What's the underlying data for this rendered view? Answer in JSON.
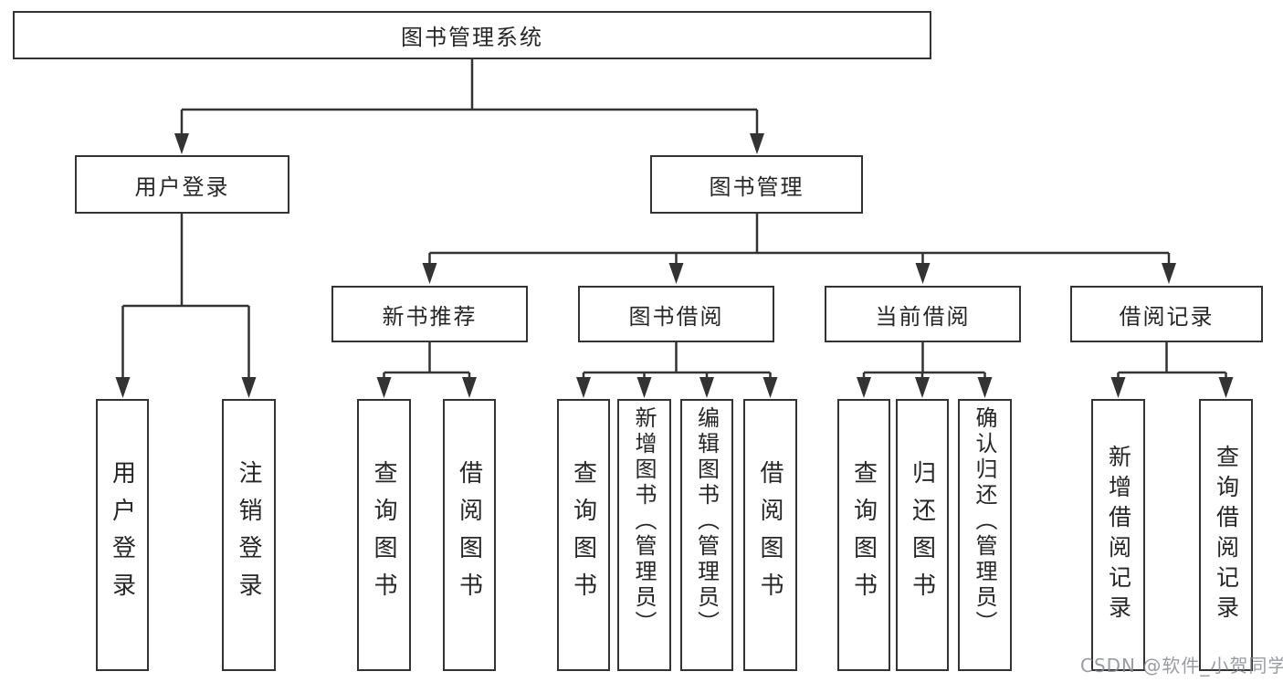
{
  "nodes": {
    "root": "图书管理系统",
    "branches": [
      {
        "label": "用户登录",
        "children": [
          "用户登录",
          "注销登录"
        ]
      },
      {
        "label": "图书管理",
        "sections": [
          {
            "label": "新书推荐",
            "children": [
              "查询图书",
              "借阅图书"
            ]
          },
          {
            "label": "图书借阅",
            "children": [
              "查询图书",
              "新增图书（管理员）",
              "编辑图书（管理员）",
              "借阅图书"
            ]
          },
          {
            "label": "当前借阅",
            "children": [
              "查询图书",
              "归还图书",
              "确认归还（管理员）"
            ]
          },
          {
            "label": "借阅记录",
            "children": [
              "新增借阅记录",
              "查询借阅记录"
            ]
          }
        ]
      }
    ]
  },
  "watermark": {
    "text": "CSDN @软件_小贺同学"
  },
  "colors": {
    "line": "#333333",
    "box_border": "#333333",
    "text": "#262626",
    "background": "#ffffff",
    "watermark": "#888b93"
  }
}
